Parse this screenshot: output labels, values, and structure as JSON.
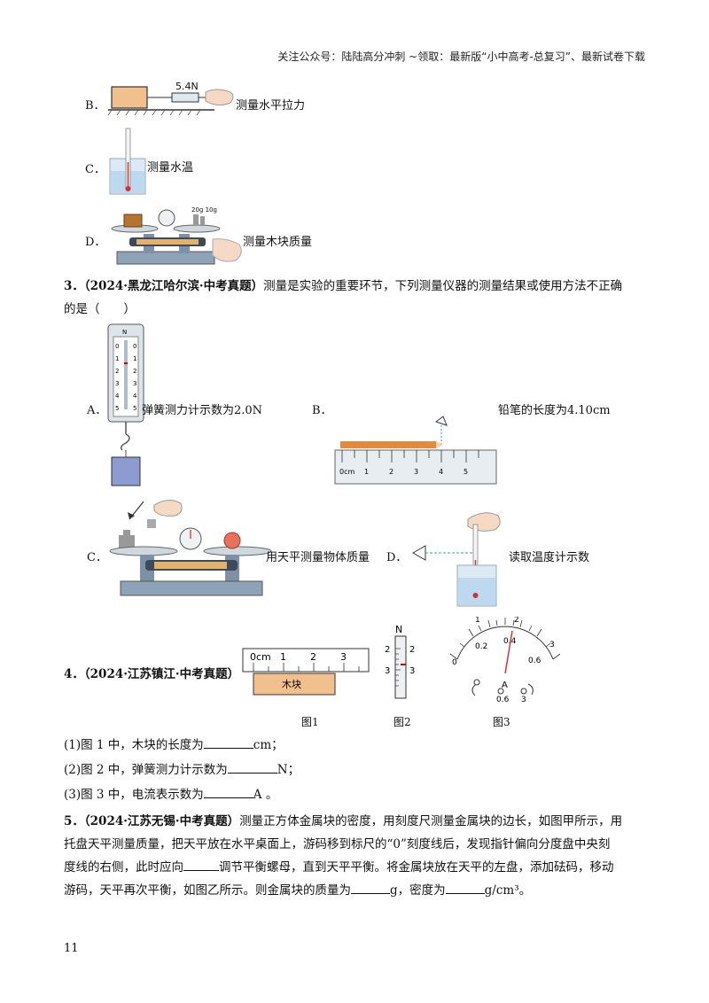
{
  "header": {
    "text": "关注公众号：陆陆高分冲刺 ~领取：最新版“小中高考-总复习”、最新试卷下载"
  },
  "q2": {
    "options": [
      {
        "letter": "B．",
        "text": "测量水平拉力",
        "reading": "5.4N"
      },
      {
        "letter": "C．",
        "text": "测量水温"
      },
      {
        "letter": "D．",
        "text": "测量木块质量",
        "weights": "20g 10g"
      }
    ]
  },
  "q3": {
    "number": "3．",
    "source": "（2024·黑龙江哈尔滨·中考真题）",
    "stem1": "测量是实验的重要环节，下列测量仪器的测量结果或使用方法不正确",
    "stem2": "的是（　　）",
    "A": {
      "letter": "A．",
      "text": "弹簧测力计示数为2.0N",
      "scale_unit": "N",
      "ticks": [
        "0",
        "1",
        "2",
        "3",
        "4",
        "5"
      ]
    },
    "B": {
      "letter": "B．",
      "text": "铅笔的长度为4.10cm",
      "ruler_ticks": [
        "0cm",
        "1",
        "2",
        "3",
        "4",
        "5"
      ]
    },
    "C": {
      "letter": "C．",
      "text": "用天平测量物体质量"
    },
    "D": {
      "letter": "D．",
      "text": "读取温度计示数"
    }
  },
  "q4": {
    "number": "4．",
    "source": "（2024·江苏镇江·中考真题）",
    "fig1": {
      "caption": "图1",
      "ruler_ticks": [
        "0cm",
        "1",
        "2",
        "3"
      ],
      "block_label": "木块"
    },
    "fig2": {
      "caption": "图2",
      "unit": "N",
      "ticks": [
        "2",
        "3"
      ]
    },
    "fig3": {
      "caption": "图3",
      "outer_ticks": [
        "0",
        "1",
        "2",
        "3"
      ],
      "inner_ticks": [
        "0.2",
        "0.4",
        "0.6"
      ],
      "unit": "A",
      "terminals": [
        "0.6",
        "3"
      ]
    },
    "sub1": {
      "prefix": "(1)图 1 中，木块的长度为",
      "suffix": "cm；"
    },
    "sub2": {
      "prefix": "(2)图 2 中，弹簧测力计示数为",
      "suffix": "N；"
    },
    "sub3": {
      "prefix": "(3)图 3 中，电流表示数为",
      "suffix": "A 。"
    }
  },
  "q5": {
    "number": "5．",
    "source": "（2024·江苏无锡·中考真题）",
    "line1": "测量正方体金属块的密度，用刻度尺测量金属块的边长，如图甲所示，用",
    "line2": "托盘天平测量质量，把天平放在水平桌面上，游码移到标尺的“0”刻度线后，发现指针偏向分度盘中央刻",
    "line3a": "度线的右侧，此时应向",
    "line3b": "调节平衡螺母，直到天平平衡。将金属块放在天平的左盘，添加砝码，移动",
    "line4a": "游码，天平再次平衡，如图乙所示。则金属块的质量为",
    "line4b": "g，密度为",
    "line4c": "g/cm³。"
  },
  "page_number": "11"
}
